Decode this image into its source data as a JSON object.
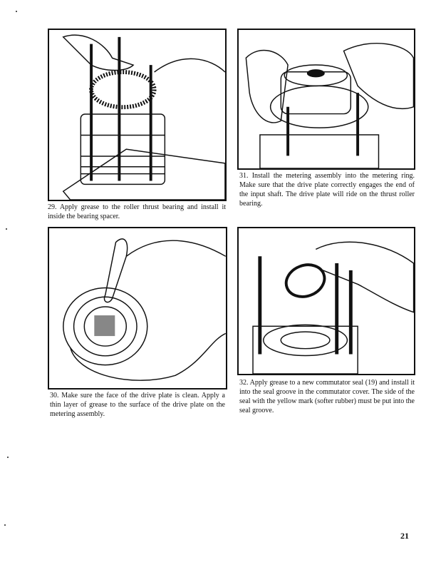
{
  "figures": [
    {
      "step": "29",
      "caption": "29. Apply grease to the roller thrust bearing and install it inside the bearing spacer."
    },
    {
      "step": "31",
      "caption": "31. Install the metering assembly into the metering ring. Make sure that the drive plate correctly engages the end of the input shaft. The drive plate will ride on the thrust roller bearing."
    },
    {
      "step": "30",
      "caption": "30. Make sure the face of the drive plate is clean. Apply a thin layer of grease to the surface of the drive plate on the metering assembly."
    },
    {
      "step": "32",
      "caption": "32. Apply grease to a new commutator seal (19) and install it into the seal groove in the commutator cover. The side of the seal with the yellow mark (softer rubber) must be put into the seal groove."
    }
  ],
  "page_number": "21"
}
